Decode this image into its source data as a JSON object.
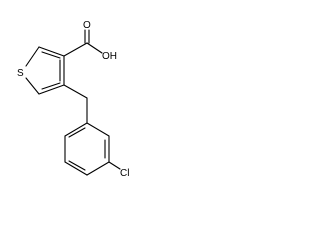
{
  "atoms": {
    "sulfur": "S",
    "hydroxyl": "OH",
    "carbonyl_oxygen": "O",
    "chlorine": "Cl"
  }
}
